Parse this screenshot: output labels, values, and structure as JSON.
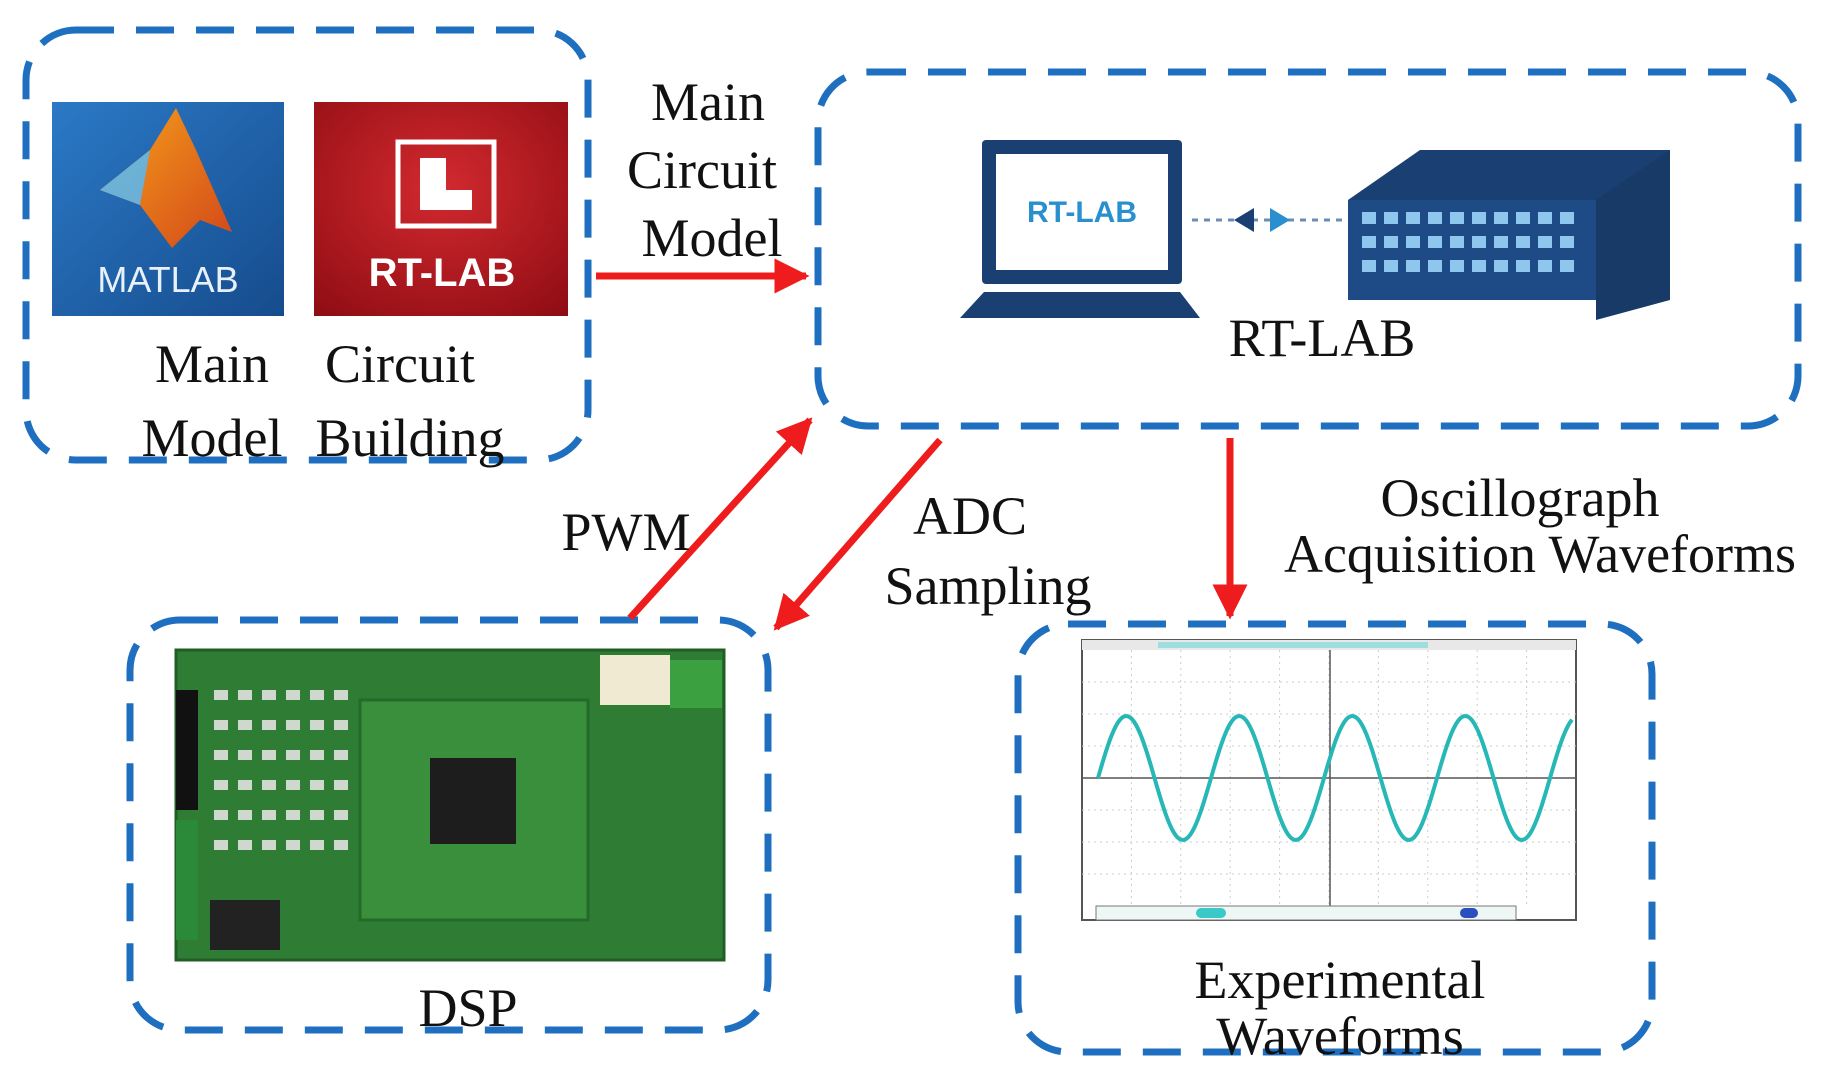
{
  "colors": {
    "dash_box": "#1f6fc0",
    "arrow": "#ee1c1c",
    "matlab_bg": "#1d5ea6",
    "rtlab_bg": "#b3121c",
    "laptop": "#1a3f73",
    "scope_wave": "#27b7b7",
    "pcb": "#2f7d34"
  },
  "logos": {
    "matlab": "MATLAB",
    "rtlab": "RT-LAB",
    "laptop_screen": "RT-LAB"
  },
  "labels": {
    "main": "Main",
    "model": "Model",
    "circuit": "Circuit",
    "building": "Building",
    "arrow_top_1": "Main",
    "arrow_top_2": "Circuit",
    "arrow_top_3": "Model",
    "rtlab": "RT-LAB",
    "pwm": "PWM",
    "adc_1": "ADC",
    "adc_2": "Sampling",
    "osc_1": "Oscillograph",
    "osc_2": "Acquisition Waveforms",
    "dsp": "DSP",
    "exp_1": "Experimental",
    "exp_2": "Waveforms"
  },
  "icons": [
    "matlab-logo",
    "rtlab-logo",
    "laptop-icon",
    "simulator-rack-icon",
    "dsp-board-image",
    "oscilloscope-screen-image"
  ]
}
